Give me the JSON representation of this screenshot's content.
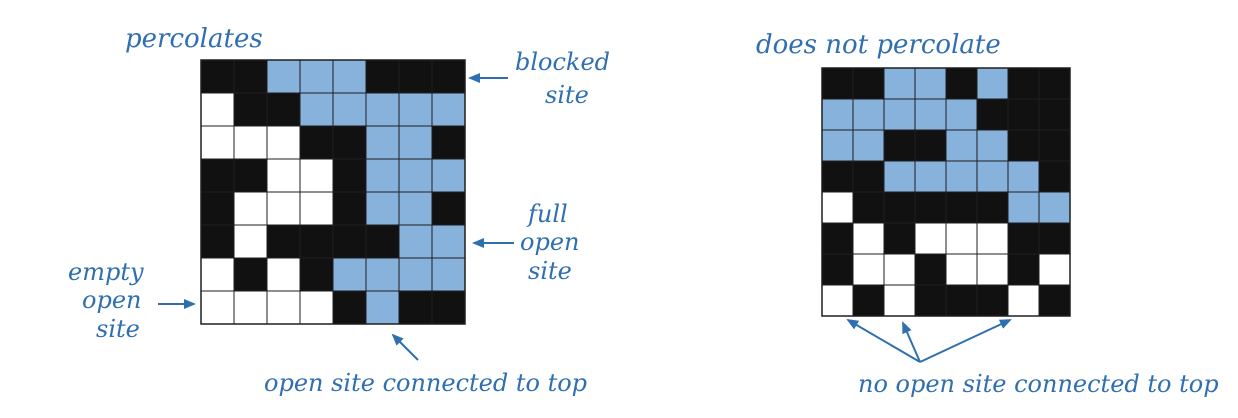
{
  "colors": {
    "blocked": "#111111",
    "empty_open": "#ffffff",
    "full_open": "#87b2dc",
    "grid_line": "#1f1f1f",
    "label": "#2f6fb0"
  },
  "legend": {
    "B": "blocked site",
    "E": "empty open site",
    "F": "full open site"
  },
  "left": {
    "title": "percolates",
    "grid": [
      "BBFFFBBB",
      "EBBFFFFF",
      "EEEBBFFB",
      "BBEEBFFF",
      "BEEEBFFB",
      "BEBBBBFF",
      "EBEBFFFF",
      "EEEEBFBB"
    ],
    "annotations": {
      "blocked_line1": "blocked",
      "blocked_line2": "site",
      "full_line1": "full",
      "full_line2": "open",
      "full_line3": "site",
      "empty_line1": "empty",
      "empty_line2": "open",
      "empty_line3": "site",
      "caption": "open site connected to top"
    }
  },
  "right": {
    "title": "does not percolate",
    "grid": [
      "BBFFBFBB",
      "FFFFFBBB",
      "FFBBFFBB",
      "BBFFFFFB",
      "EBBBBBFF",
      "BEBEEEBB",
      "BEEBEEBE",
      "EBEBBBEB"
    ],
    "annotations": {
      "caption": "no open site connected to top"
    }
  }
}
